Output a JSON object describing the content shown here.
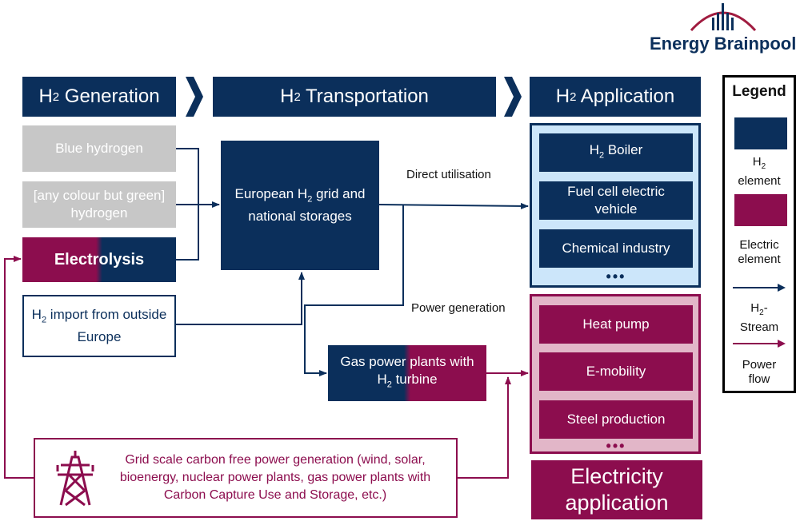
{
  "logo": {
    "text": "Energy Brainpool"
  },
  "headers": {
    "generation": {
      "prefix": "H",
      "sub": "2",
      "text": " Generation"
    },
    "transportation": {
      "prefix": "H",
      "sub": "2",
      "text": " Transportation"
    },
    "application": {
      "prefix": "H",
      "sub": "2",
      "text": " Application"
    }
  },
  "generation": {
    "blue": "Blue hydrogen",
    "any_colour_line1": "[any colour but green]",
    "any_colour_line2": "hydrogen",
    "electrolysis": "Electrolysis",
    "import_prefix": "H",
    "import_sub": "2",
    "import_text1": " import from outside",
    "import_text2": "Europe"
  },
  "transport": {
    "grid_line1_a": "European H",
    "grid_sub": "2",
    "grid_line1_b": " grid and",
    "grid_line2": "national storages",
    "direct": "Direct utilisation",
    "power_gen": "Power generation",
    "gas_line1": "Gas power plants with",
    "gas_prefix": "H",
    "gas_sub": "2",
    "gas_line2": " turbine"
  },
  "h2_app": {
    "boiler_prefix": "H",
    "boiler_sub": "2",
    "boiler_text": " Boiler",
    "fcev_line1": "Fuel cell electric",
    "fcev_line2": "vehicle",
    "chemical": "Chemical industry",
    "dots": "•••"
  },
  "elec_app": {
    "heat_pump": "Heat pump",
    "emobility": "E-mobility",
    "steel": "Steel production",
    "dots": "•••",
    "title_line1": "Electricity",
    "title_line2": "application"
  },
  "power_source": {
    "line1": "Grid scale carbon free power generation (wind, solar,",
    "line2": "bioenergy, nuclear power plants, gas power plants with",
    "line3": "Carbon Capture Use and Storage, etc.)"
  },
  "legend": {
    "title": "Legend",
    "h2_prefix": "H",
    "h2_sub": "2",
    "h2_text": "element",
    "electric_line1": "Electric",
    "electric_line2": "element",
    "stream_prefix": "H",
    "stream_sub": "2",
    "stream_dash": "-",
    "stream_text": "Stream",
    "power_line1": "Power",
    "power_line2": "flow"
  },
  "colors": {
    "navy": "#0b2f5b",
    "wine": "#8c0d4e",
    "grey": "#c7c7c7",
    "light_blue": "#cce6fa",
    "light_pink": "#e2b6c8"
  }
}
